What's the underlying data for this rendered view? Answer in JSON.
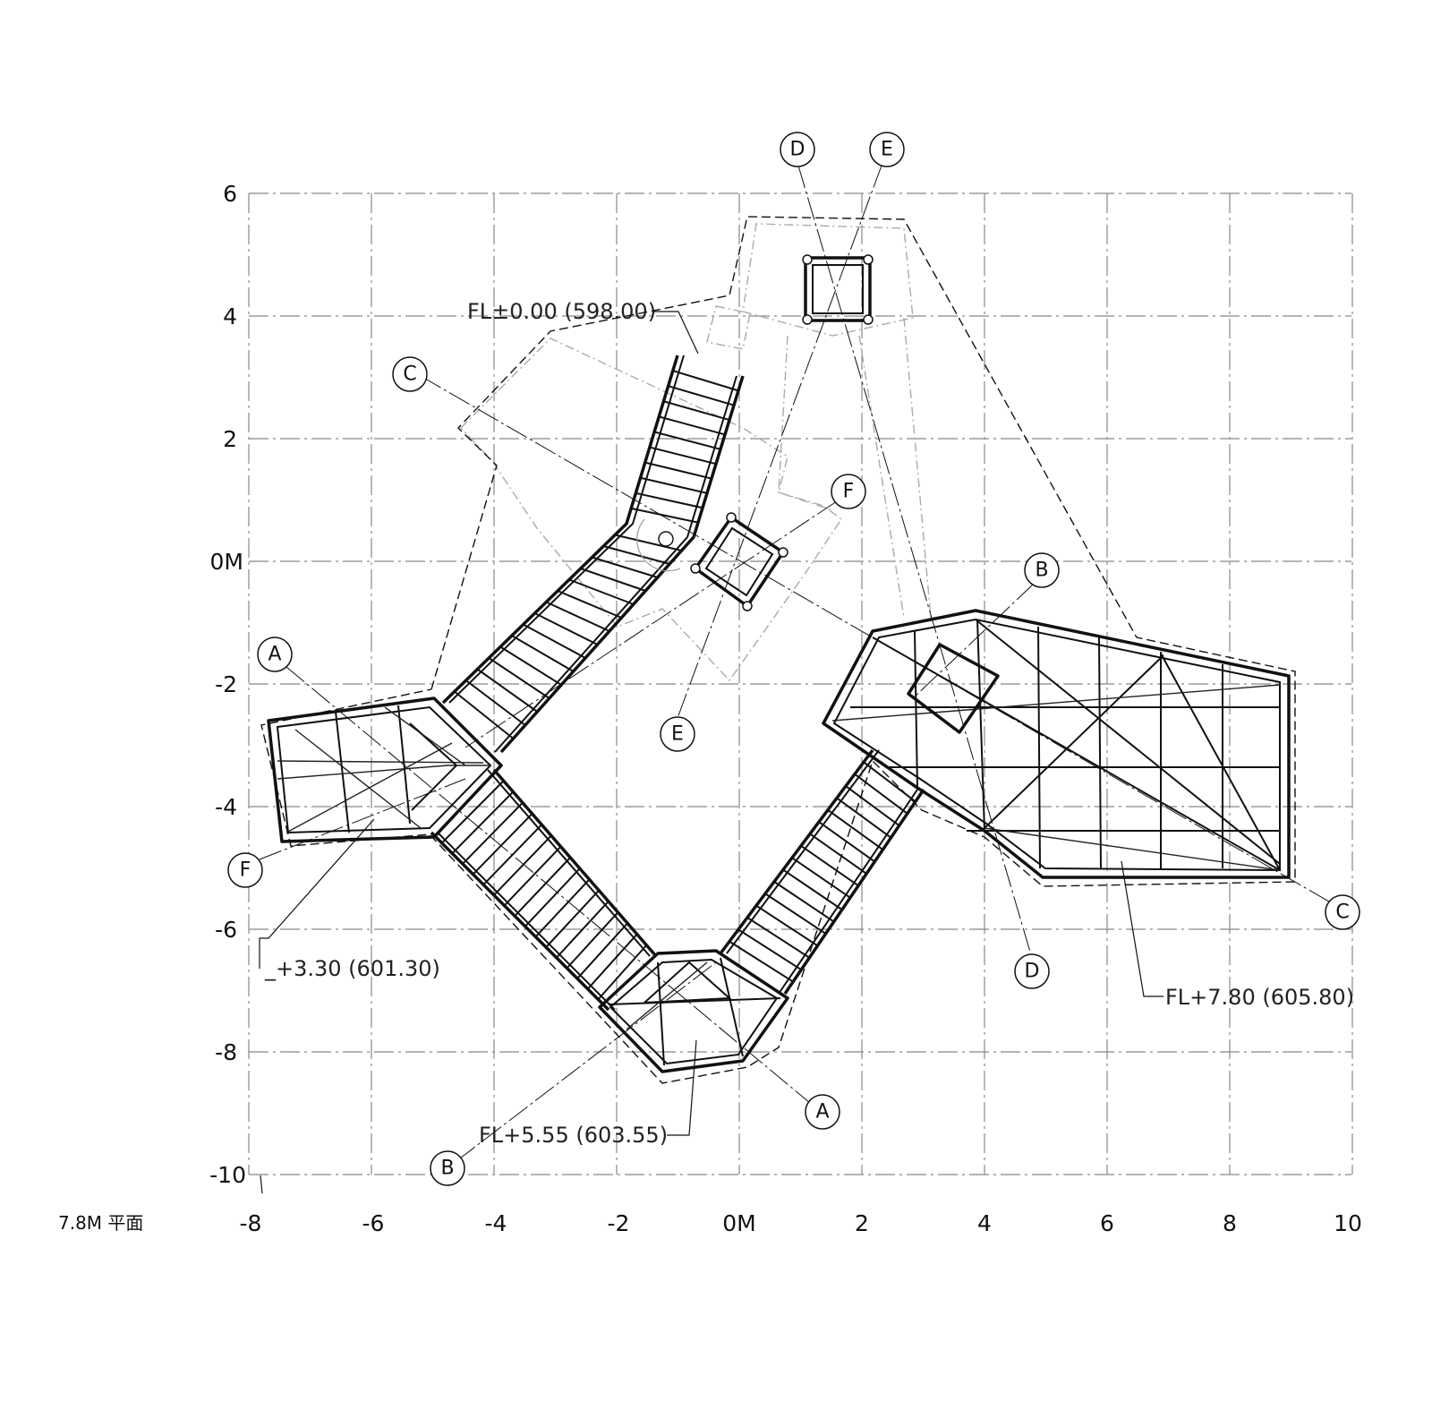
{
  "drawing": {
    "title": "7.8M 平面",
    "x_ticks": [
      "-8",
      "-6",
      "-4",
      "-2",
      "0M",
      "2",
      "4",
      "6",
      "8",
      "10"
    ],
    "y_ticks": [
      "6",
      "4",
      "2",
      "0M",
      "-2",
      "-4",
      "-6",
      "-8",
      "-10"
    ],
    "grid_bubbles": {
      "D_top": "D",
      "E_top": "E",
      "C_left": "C",
      "F_mid": "F",
      "B_right": "B",
      "A_left": "A",
      "E_mid": "E",
      "F_left": "F",
      "C_right": "C",
      "D_bottom": "D",
      "A_bottom": "A",
      "B_bottom": "B"
    },
    "levels": {
      "fl_000": "FL±0.00 (598.00)",
      "fl_330": "_+3.30 (601.30)",
      "fl_555": "FL+5.55 (603.55)",
      "fl_780": "FL+7.80 (605.80)"
    }
  }
}
